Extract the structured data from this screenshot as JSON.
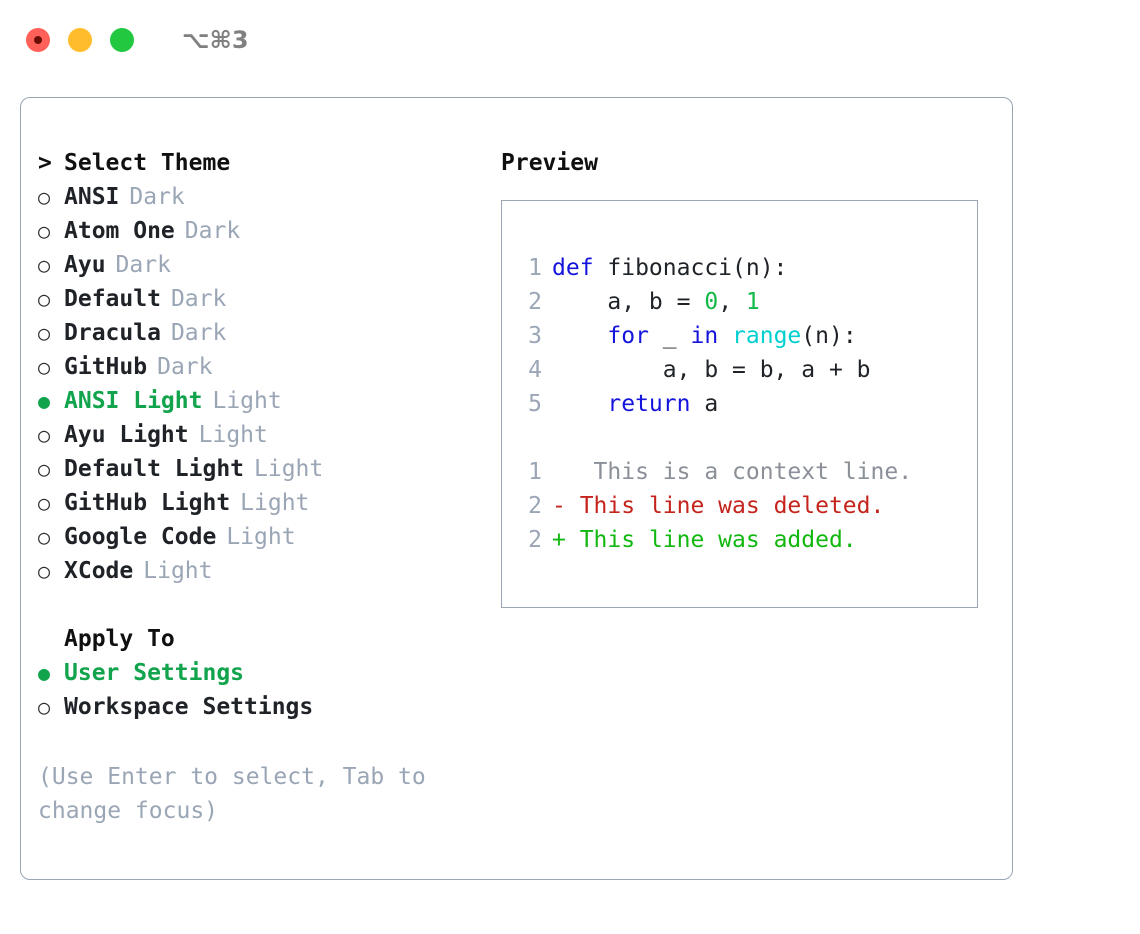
{
  "titlebar": {
    "shortcut": "⌥⌘3",
    "buttons": [
      {
        "name": "close",
        "color": "#ff6159"
      },
      {
        "name": "minimize",
        "color": "#ffbd2e"
      },
      {
        "name": "maximize",
        "color": "#23c841"
      }
    ]
  },
  "theme_picker": {
    "header": "Select Theme",
    "caret": ">",
    "radio_unselected": "○",
    "radio_selected": "●",
    "items": [
      {
        "name": "ANSI",
        "variant": "Dark",
        "selected": false
      },
      {
        "name": "Atom One",
        "variant": "Dark",
        "selected": false
      },
      {
        "name": "Ayu",
        "variant": "Dark",
        "selected": false
      },
      {
        "name": "Default",
        "variant": "Dark",
        "selected": false
      },
      {
        "name": "Dracula",
        "variant": "Dark",
        "selected": false
      },
      {
        "name": "GitHub",
        "variant": "Dark",
        "selected": false
      },
      {
        "name": "ANSI Light",
        "variant": "Light",
        "selected": true
      },
      {
        "name": "Ayu Light",
        "variant": "Light",
        "selected": false
      },
      {
        "name": "Default Light",
        "variant": "Light",
        "selected": false
      },
      {
        "name": "GitHub Light",
        "variant": "Light",
        "selected": false
      },
      {
        "name": "Google Code",
        "variant": "Light",
        "selected": false
      },
      {
        "name": "XCode",
        "variant": "Light",
        "selected": false
      }
    ]
  },
  "apply_to": {
    "header": "Apply To",
    "options": [
      {
        "label": "User Settings",
        "selected": true
      },
      {
        "label": "Workspace Settings",
        "selected": false
      }
    ]
  },
  "hint": "(Use Enter to select, Tab to change focus)",
  "preview": {
    "header": "Preview",
    "code_lines": [
      {
        "number": "1",
        "tokens": [
          {
            "text": "def ",
            "kind": "kw"
          },
          {
            "text": "fibonacci(n):",
            "kind": "plain"
          }
        ]
      },
      {
        "number": "2",
        "tokens": [
          {
            "text": "    a, b = ",
            "kind": "plain"
          },
          {
            "text": "0",
            "kind": "num"
          },
          {
            "text": ", ",
            "kind": "plain"
          },
          {
            "text": "1",
            "kind": "num"
          }
        ]
      },
      {
        "number": "3",
        "tokens": [
          {
            "text": "    ",
            "kind": "plain"
          },
          {
            "text": "for",
            "kind": "kw"
          },
          {
            "text": " _ ",
            "kind": "plain"
          },
          {
            "text": "in",
            "kind": "kw"
          },
          {
            "text": " ",
            "kind": "plain"
          },
          {
            "text": "range",
            "kind": "fn"
          },
          {
            "text": "(n):",
            "kind": "plain"
          }
        ]
      },
      {
        "number": "4",
        "tokens": [
          {
            "text": "        a, b = b, a + b",
            "kind": "plain"
          }
        ]
      },
      {
        "number": "5",
        "tokens": [
          {
            "text": "    ",
            "kind": "plain"
          },
          {
            "text": "return",
            "kind": "kw"
          },
          {
            "text": " a",
            "kind": "plain"
          }
        ]
      }
    ],
    "diff_lines": [
      {
        "number": "1",
        "marker": " ",
        "text": "  This is a context line.",
        "kind": "context"
      },
      {
        "number": "2",
        "marker": "-",
        "text": " This line was deleted.",
        "kind": "del"
      },
      {
        "number": "2",
        "marker": "+",
        "text": " This line was added.",
        "kind": "add"
      }
    ]
  },
  "colors": {
    "accent_green": "#12a44c",
    "muted_grey": "#9aa5b5",
    "keyword_blue": "#1414dd",
    "function_cyan": "#00cfd1",
    "number_green": "#12b848",
    "diff_red": "#c4241c",
    "diff_green": "#12b810",
    "border": "#9aa5b5"
  }
}
